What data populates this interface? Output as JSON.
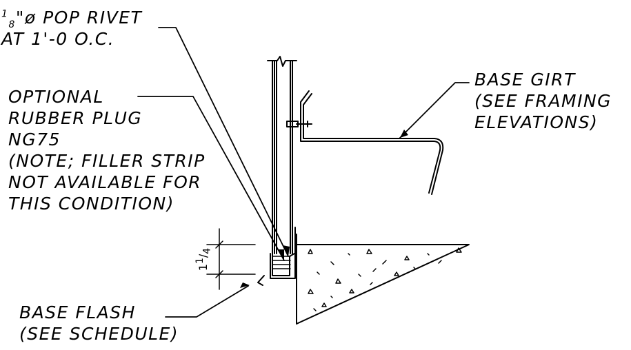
{
  "labels": {
    "rivet": {
      "line1_num": "1",
      "line1_den": "8",
      "line1_text": "\"ø POP RIVET",
      "line2": "AT 1'-0 O.C."
    },
    "rubber_plug": {
      "line1": "OPTIONAL",
      "line2": "RUBBER PLUG",
      "line3": "NG75",
      "line4": "(NOTE; FILLER STRIP",
      "line5": "NOT AVAILABLE FOR",
      "line6": "THIS CONDITION)"
    },
    "base_girt": {
      "line1": "BASE GIRT",
      "line2": "(SEE FRAMING",
      "line3": "ELEVATIONS)"
    },
    "base_flash": {
      "line1": "BASE FLASH",
      "line2": "(SEE SCHEDULE)"
    },
    "dimension": {
      "whole": "1",
      "num": "1",
      "den": "4"
    }
  }
}
